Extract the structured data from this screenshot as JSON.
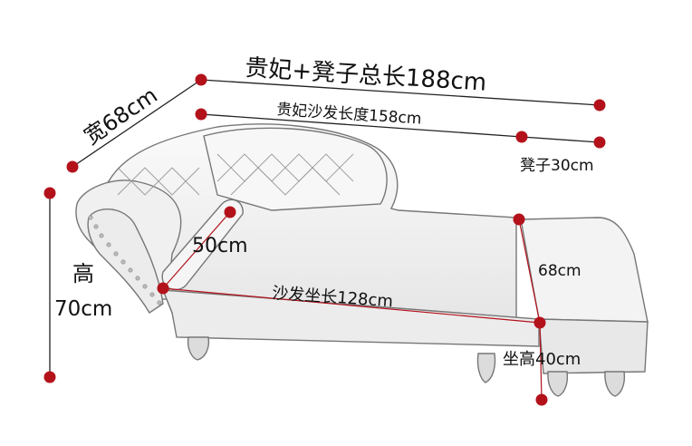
{
  "labels": {
    "total_length": "贵妃+凳子总长188cm",
    "width": "宽68cm",
    "chaise_length": "贵妃沙发长度158cm",
    "stool_length": "凳子30cm",
    "height_title": "高",
    "height_value": "70cm",
    "pillow": "50cm",
    "stool_depth": "68cm",
    "seat_length": "沙发坐长128cm",
    "seat_height": "坐高40cm"
  },
  "colors": {
    "marker": "#b3121b",
    "measure_line_dark": "#222222",
    "measure_line_red": "#b3121b",
    "sofa_outline": "#777777",
    "sofa_fill": "#f4f4f4"
  }
}
